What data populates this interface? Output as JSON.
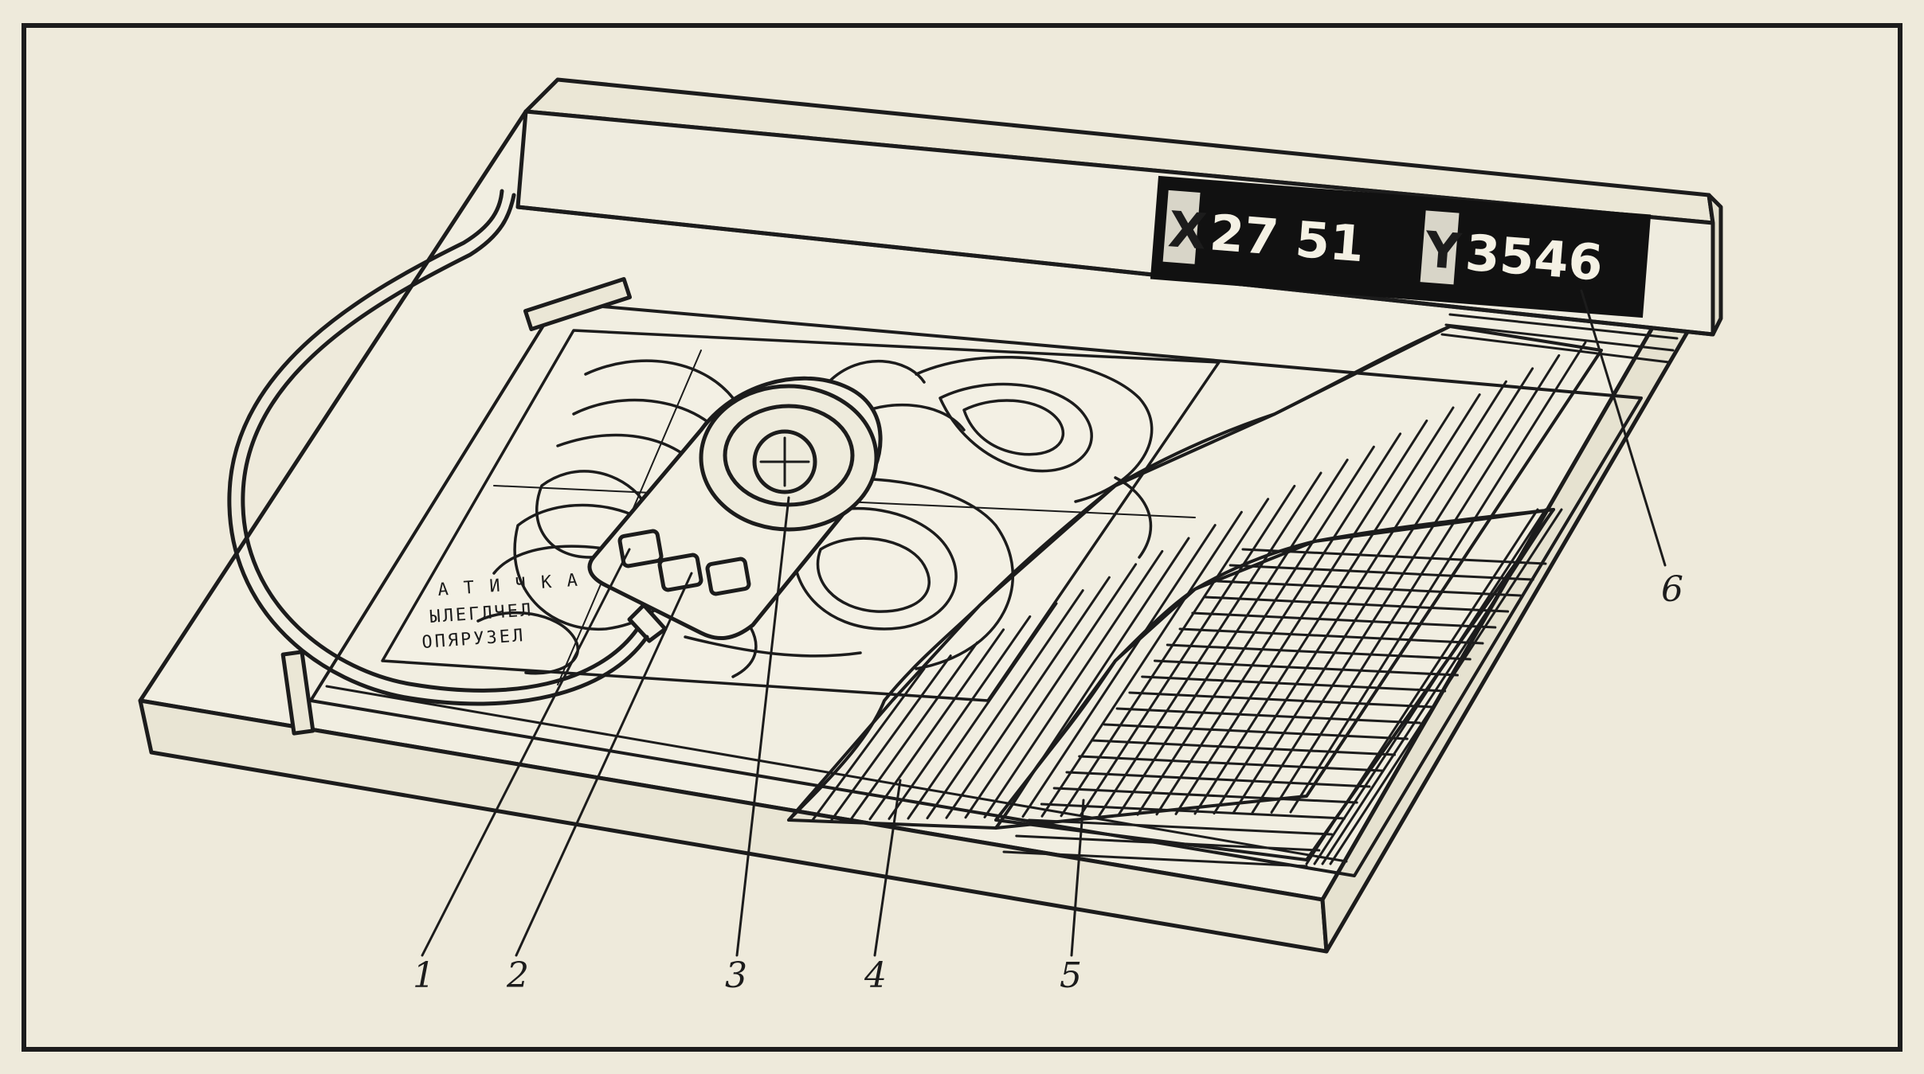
{
  "display": {
    "x_label": "X",
    "x_value": "27 51",
    "y_label": "Y",
    "y_value": "3546"
  },
  "callouts": [
    {
      "id": "1",
      "label": "1"
    },
    {
      "id": "2",
      "label": "2"
    },
    {
      "id": "3",
      "label": "3"
    },
    {
      "id": "4",
      "label": "4"
    },
    {
      "id": "5",
      "label": "5"
    },
    {
      "id": "6",
      "label": "6"
    }
  ],
  "map_legend": {
    "line1": "А Т И Ч К А",
    "line2": "ЫЛЕГЛЧЕЛ",
    "line3": "ОПЯРУЗЕЛ"
  },
  "colors": {
    "paper": "#eeeadb",
    "ink": "#1c1c1c",
    "display_bg": "#111111"
  }
}
